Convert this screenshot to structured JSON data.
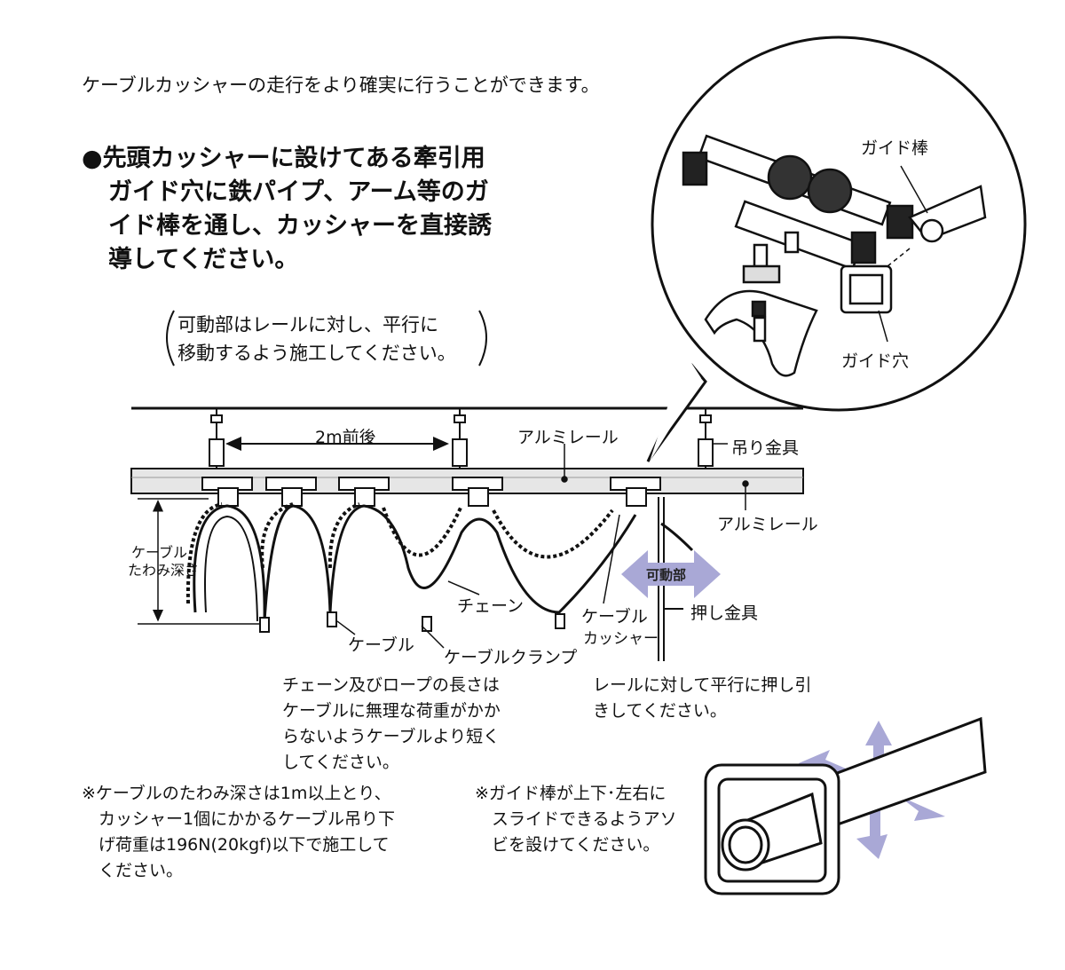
{
  "intro": "ケーブルカッシャーの走行をより確実に行うことができます。",
  "bullet": {
    "mark": "●",
    "lines": [
      "先頭カッシャーに設けてある牽引用",
      "ガイド穴に鉄パイプ、アーム等のガ",
      "イド棒を通し、カッシャーを直接誘",
      "導してください。"
    ]
  },
  "paren_note": {
    "lines": [
      "可動部はレールに対し、平行に",
      "移動するよう施工してください。"
    ]
  },
  "labels": {
    "guide_rod": "ガイド棒",
    "guide_hole": "ガイド穴",
    "spacing": "2m前後",
    "alumi_rail_1": "アルミレール",
    "alumi_rail_2": "アルミレール",
    "hanger": "吊り金具",
    "cable_sag_1": "ケーブル",
    "cable_sag_2": "たわみ深さ",
    "movable": "可動部",
    "chain": "チェーン",
    "cable": "ケーブル",
    "cable_clamp": "ケーブルクランプ",
    "cable_trolley_1": "ケーブル",
    "cable_trolley_2": "カッシャー",
    "push_bracket": "押し金具"
  },
  "notes": {
    "chain_rope": [
      "チェーン及びロープの長さは",
      "ケーブルに無理な荷重がかか",
      "らないようケーブルより短く",
      "してください。"
    ],
    "push_pull": [
      "レールに対して平行に押し引",
      "きしてください。"
    ],
    "sag_depth": [
      "※ケーブルのたわみ深さは1m以上とり、",
      "　カッシャー1個にかかるケーブル吊り下",
      "　げ荷重は196N(20kgf)以下で施工して",
      "　ください。"
    ],
    "guide_slide": [
      "※ガイド棒が上下･左右に",
      "　スライドできるようアソ",
      "　ビを設けてください。"
    ]
  },
  "colors": {
    "arrow": "#a9a8d6",
    "rail": "#e8e8e8",
    "line": "#111111"
  }
}
